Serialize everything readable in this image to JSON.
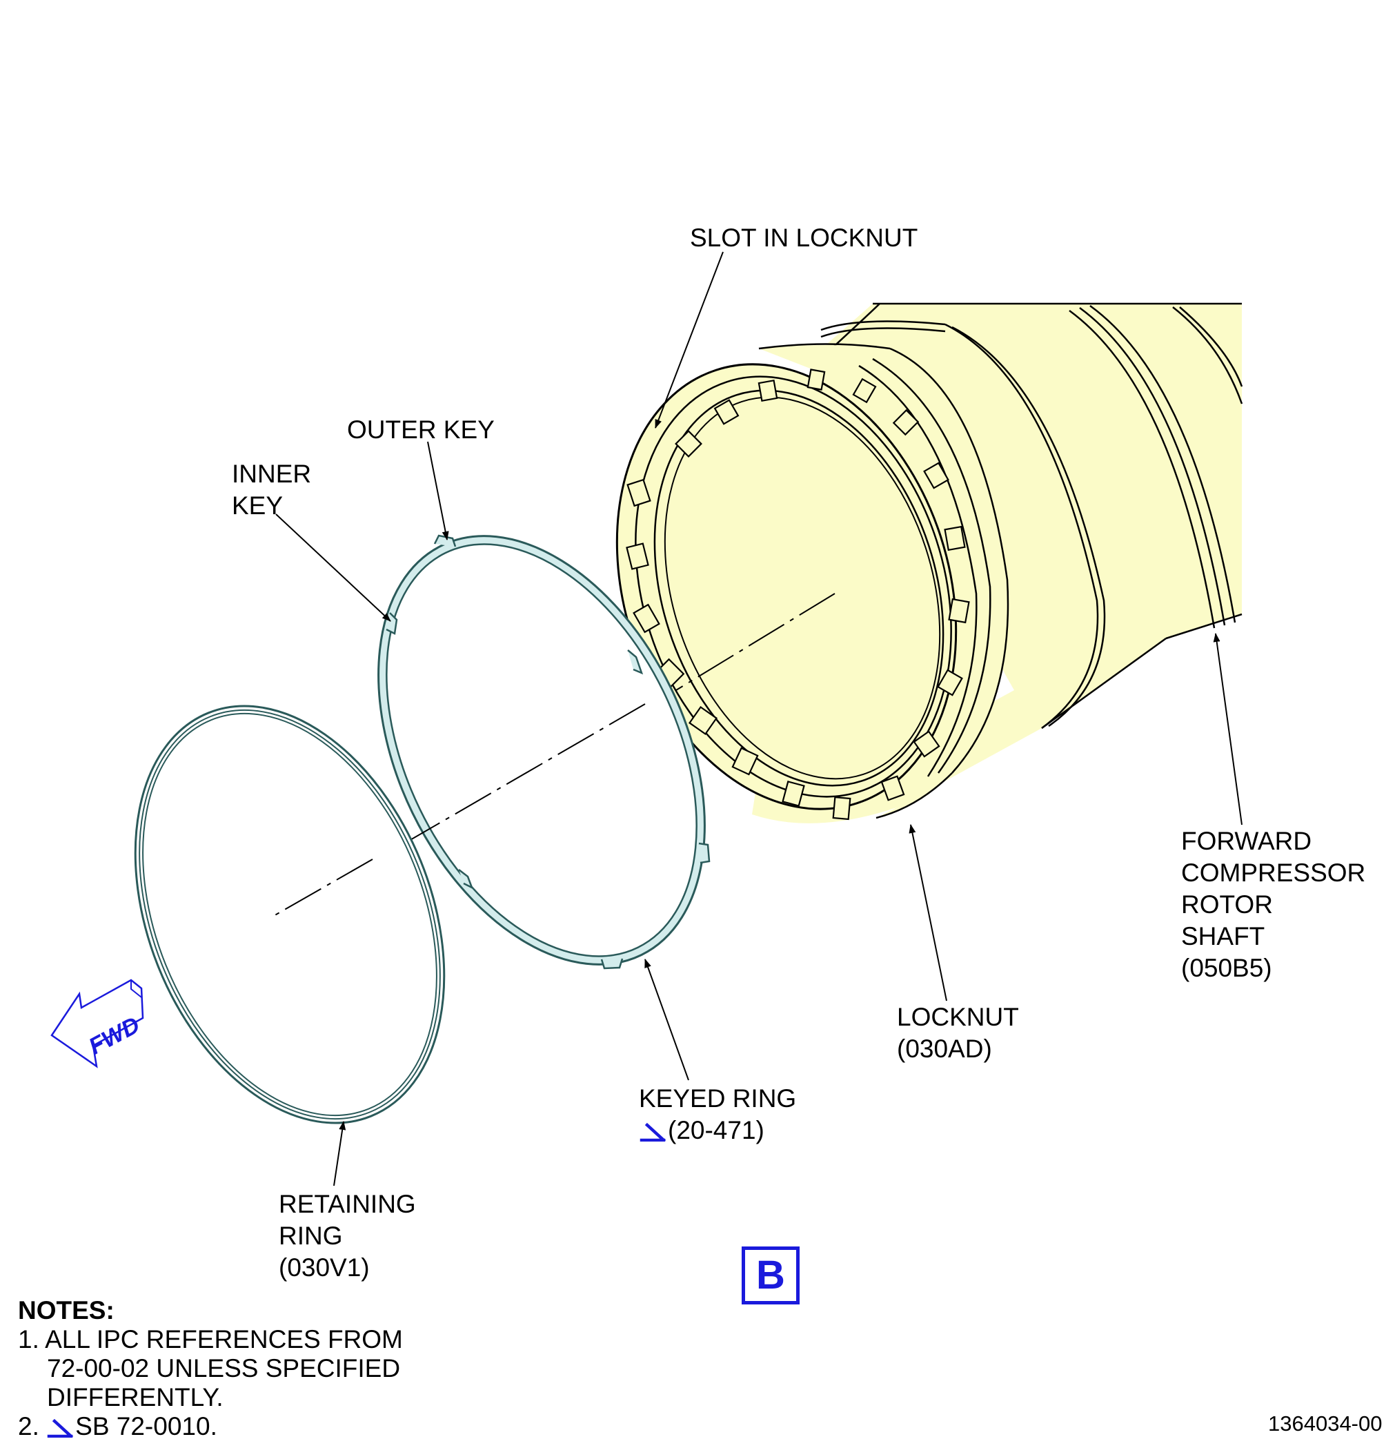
{
  "labels": {
    "slot_in_locknut": "SLOT IN LOCKNUT",
    "outer_key": "OUTER KEY",
    "inner_key_line1": "INNER",
    "inner_key_line2": "KEY",
    "forward_shaft_line1": "FORWARD",
    "forward_shaft_line2": "COMPRESSOR",
    "forward_shaft_line3": "ROTOR",
    "forward_shaft_line4": "SHAFT",
    "forward_shaft_line5": "(050B5)",
    "locknut_line1": "LOCKNUT",
    "locknut_line2": "(030AD)",
    "keyed_ring_line1": "KEYED RING",
    "keyed_ring_line2": "(20-471)",
    "retaining_ring_line1": "RETAINING",
    "retaining_ring_line2": "RING",
    "retaining_ring_line3": "(030V1)",
    "fwd_arrow": "FWD",
    "view_badge": "B"
  },
  "notes": {
    "title": "NOTES:",
    "note1_line1": "1. ALL IPC REFERENCES FROM",
    "note1_line2": "72-00-02 UNLESS SPECIFIED",
    "note1_line3": "DIFFERENTLY.",
    "note2_prefix": "2.",
    "note2_text": "SB 72-0010."
  },
  "drawing_number": "1364034-00",
  "colors": {
    "shaft_fill": "#fbfbc8",
    "ring_fill": "#d3ecec",
    "ring_stroke": "#2a5a5a",
    "callout_blue": "#1a1adc",
    "line": "#000000"
  },
  "icons": {
    "fwd_arrow": "fwd-arrow-icon",
    "service_bulletin_flag": "blue-flag-icon"
  }
}
